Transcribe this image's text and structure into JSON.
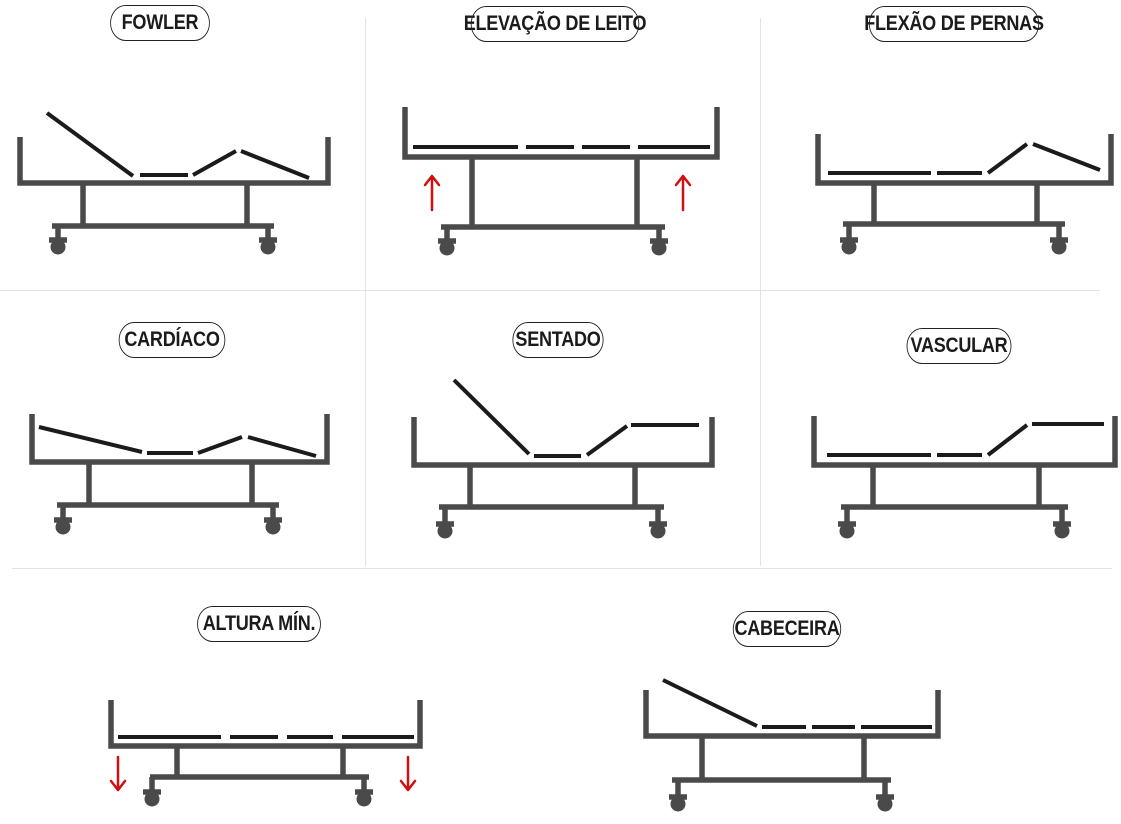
{
  "colors": {
    "frame": "#4a4a4a",
    "mattress": "#1b1b1b",
    "arrow": "#d01010",
    "divider": "#e3e3e3",
    "background": "#ffffff"
  },
  "positions": [
    {
      "id": "fowler",
      "label": "FOWLER",
      "arrow": "none"
    },
    {
      "id": "elevacao",
      "label": "ELEVAÇÃO DE LEITO",
      "arrow": "up"
    },
    {
      "id": "flexao",
      "label": "FLEXÃO DE PERNAS",
      "arrow": "none"
    },
    {
      "id": "cardiaco",
      "label": "CARDÍACO",
      "arrow": "none"
    },
    {
      "id": "sentado",
      "label": "SENTADO",
      "arrow": "none"
    },
    {
      "id": "vascular",
      "label": "VASCULAR",
      "arrow": "none"
    },
    {
      "id": "altura",
      "label": "ALTURA MÍN.",
      "arrow": "down"
    },
    {
      "id": "cabeceira",
      "label": "CABECEIRA",
      "arrow": "none"
    }
  ]
}
